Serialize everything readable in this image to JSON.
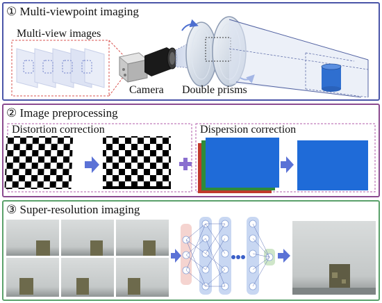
{
  "panel1": {
    "title": "① Multi-viewpoint imaging",
    "multiview_label": "Multi-view images",
    "camera_label": "Camera",
    "prisms_label": "Double prisms"
  },
  "panel2": {
    "title": "② Image preprocessing",
    "distortion_label": "Distortion correction",
    "dispersion_label": "Dispersion correction"
  },
  "panel3": {
    "title": "③ Super-resolution imaging"
  },
  "colors": {
    "panel1_border": "#4a55a8",
    "panel2_border": "#8a4a8f",
    "panel3_border": "#5aa06a",
    "arrow": "#5b72d6",
    "plus": "#8a6fcf",
    "blue_image": "#1f6bd8",
    "cylinder": "#2f6fd0"
  }
}
